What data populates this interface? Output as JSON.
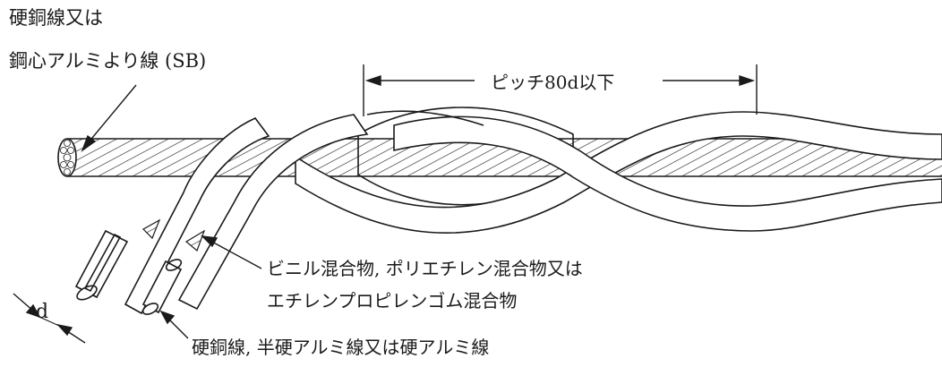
{
  "labels": {
    "messenger_line1": "硬銅線又は",
    "messenger_line2": "鋼心アルミより線 (SB)",
    "pitch": "ピッチ80d以下",
    "insulation_line1": "ビニル混合物, ポリエチレン混合物又は",
    "insulation_line2": "エチレンプロピレンゴム混合物",
    "conductor": "硬銅線, 半硬アルミ線又は硬アルミ線",
    "diameter_symbol": "d"
  },
  "colors": {
    "line": "#1a1a1a",
    "background": "#ffffff"
  }
}
